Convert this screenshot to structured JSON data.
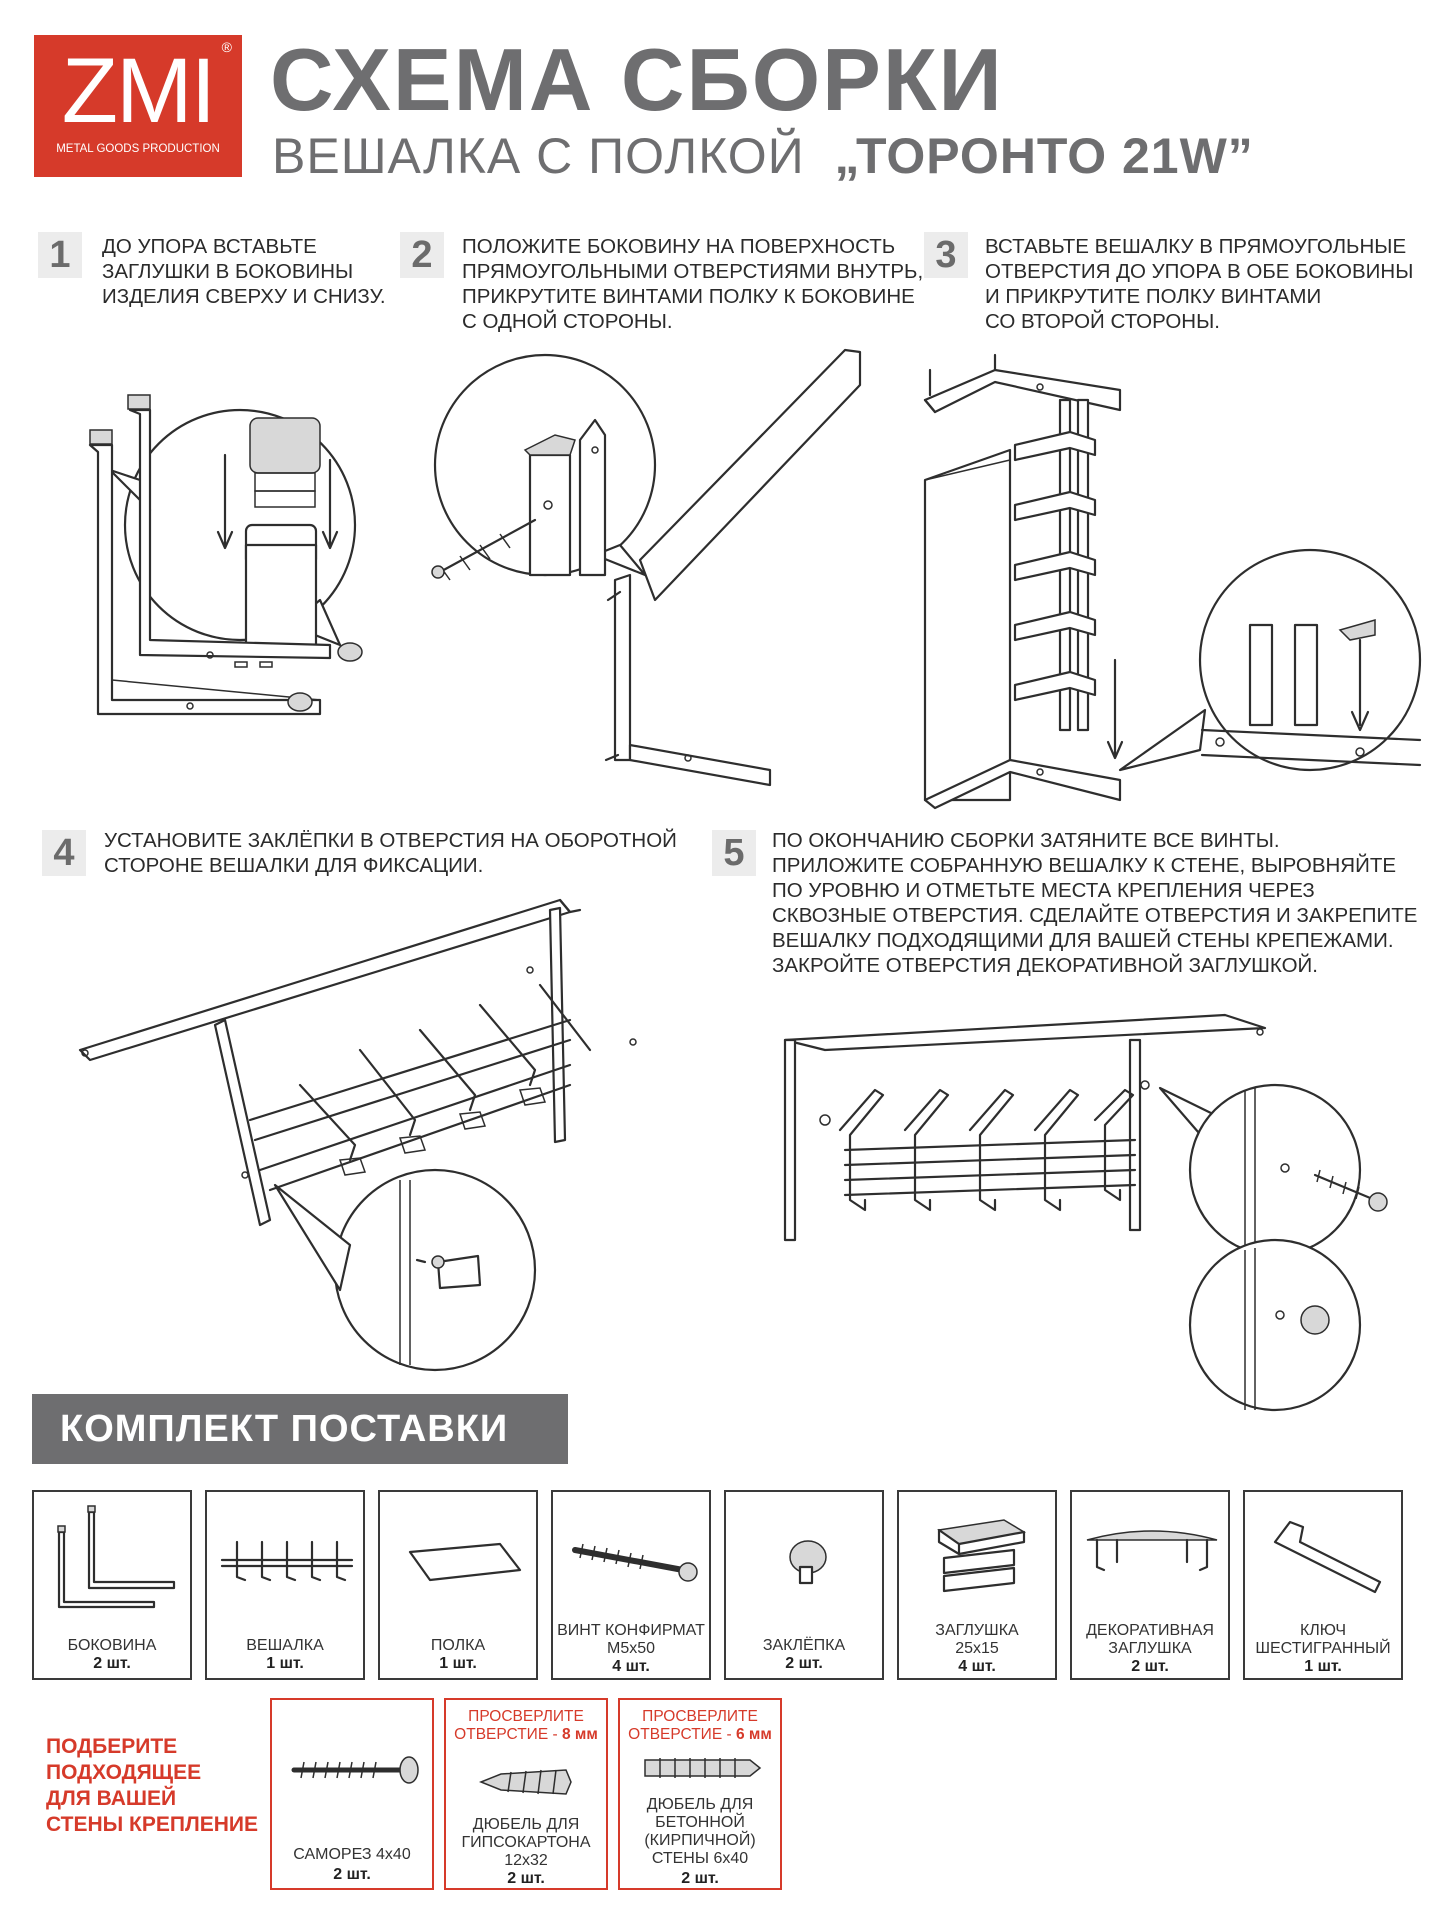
{
  "header": {
    "logo_text": "ZMI",
    "logo_registered": "®",
    "logo_tagline": "METAL GOODS PRODUCTION",
    "title": "СХЕМА СБОРКИ",
    "subtitle_product": "ВЕШАЛКА С ПОЛКОЙ",
    "subtitle_model": "„ТОРОНТО 21W”"
  },
  "colors": {
    "brand_red": "#d63a2a",
    "header_gray": "#6e6e70",
    "step_bg": "#ececec"
  },
  "steps": [
    {
      "num": "1",
      "text": "ДО УПОРА ВСТАВЬТЕ\nЗАГЛУШКИ В БОКОВИНЫ\nИЗДЕЛИЯ СВЕРХУ И СНИЗУ."
    },
    {
      "num": "2",
      "text": "ПОЛОЖИТЕ БОКОВИНУ НА ПОВЕРХНОСТЬ\nПРЯМОУГОЛЬНЫМИ ОТВЕРСТИЯМИ ВНУТРЬ,\nПРИКРУТИТЕ ВИНТАМИ ПОЛКУ К БОКОВИНЕ\nС ОДНОЙ СТОРОНЫ."
    },
    {
      "num": "3",
      "text": "ВСТАВЬТЕ  ВЕШАЛКУ В ПРЯМОУГОЛЬНЫЕ\nОТВЕРСТИЯ ДО УПОРА В ОБЕ БОКОВИНЫ\nИ ПРИКРУТИТЕ ПОЛКУ ВИНТАМИ\nСО ВТОРОЙ СТОРОНЫ."
    },
    {
      "num": "4",
      "text": "УСТАНОВИТЕ ЗАКЛЁПКИ В ОТВЕРСТИЯ НА ОБОРОТНОЙ\nСТОРОНЕ ВЕШАЛКИ ДЛЯ ФИКСАЦИИ."
    },
    {
      "num": "5",
      "text": "ПО ОКОНЧАНИЮ СБОРКИ ЗАТЯНИТЕ ВСЕ ВИНТЫ.\nПРИЛОЖИТЕ СОБРАННУЮ ВЕШАЛКУ К СТЕНЕ, ВЫРОВНЯЙТЕ\nПО УРОВНЮ И ОТМЕТЬТЕ МЕСТА КРЕПЛЕНИЯ ЧЕРЕЗ\nСКВОЗНЫЕ ОТВЕРСТИЯ. СДЕЛАЙТЕ ОТВЕРСТИЯ И ЗАКРЕПИТЕ\nВЕШАЛКУ ПОДХОДЯЩИМИ ДЛЯ ВАШЕЙ СТЕНЫ КРЕПЕЖАМИ.\nЗАКРОЙТЕ ОТВЕРСТИЯ ДЕКОРАТИВНОЙ ЗАГЛУШКОЙ."
    }
  ],
  "kit": {
    "title": "КОМПЛЕКТ ПОСТАВКИ",
    "items": [
      {
        "name": "БОКОВИНА",
        "qty": "2 шт.",
        "icon": "side-frame-icon"
      },
      {
        "name": "ВЕШАЛКА",
        "qty": "1 шт.",
        "icon": "hook-rail-icon"
      },
      {
        "name": "ПОЛКА",
        "qty": "1 шт.",
        "icon": "shelf-board-icon"
      },
      {
        "name": "ВИНТ КОНФИРМАТ\nМ5х50",
        "qty": "4 шт.",
        "icon": "confirmat-screw-icon"
      },
      {
        "name": "ЗАКЛЁПКА",
        "qty": "2 шт.",
        "icon": "rivet-icon"
      },
      {
        "name": "ЗАГЛУШКА\n25х15",
        "qty": "4 шт.",
        "icon": "end-cap-icon"
      },
      {
        "name": "ДЕКОРАТИВНАЯ\nЗАГЛУШКА",
        "qty": "2 шт.",
        "icon": "decorative-cap-icon"
      },
      {
        "name": "КЛЮЧ\nШЕСТИГРАННЫЙ",
        "qty": "1 шт.",
        "icon": "hex-key-icon"
      }
    ]
  },
  "fasteners": {
    "pick_note": "ПОДБЕРИТЕ\nПОДХОДЯЩЕЕ\nДЛЯ ВАШЕЙ\nСТЕНЫ КРЕПЛЕНИЕ",
    "items": [
      {
        "note": "",
        "note_bold": "",
        "name": "САМОРЕЗ 4х40",
        "qty": "2 шт.",
        "icon": "self-tapping-screw-icon"
      },
      {
        "note": "ПРОСВЕРЛИТЕ\nОТВЕРСТИЕ - ",
        "note_bold": "8 мм",
        "name": "ДЮБЕЛЬ ДЛЯ\nГИПСОКАРТОНА\n12х32",
        "qty": "2 шт.",
        "icon": "drywall-anchor-icon"
      },
      {
        "note": "ПРОСВЕРЛИТЕ\nОТВЕРСТИЕ - ",
        "note_bold": "6 мм",
        "name": "ДЮБЕЛЬ ДЛЯ\nБЕТОННОЙ\n(КИРПИЧНОЙ)\nСТЕНЫ 6х40",
        "qty": "2 шт.",
        "icon": "concrete-dowel-icon"
      }
    ]
  }
}
